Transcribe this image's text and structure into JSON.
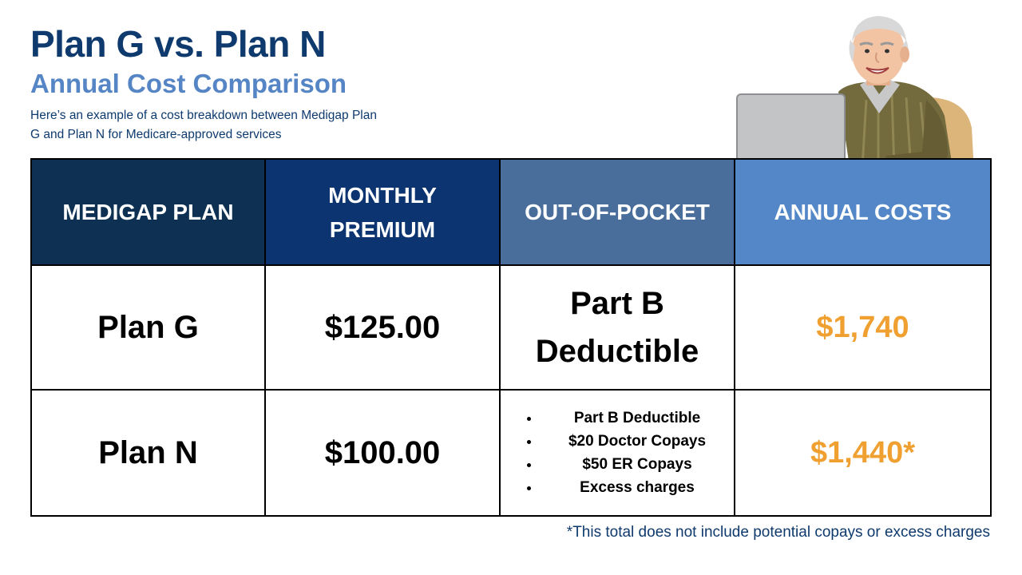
{
  "header": {
    "title": "Plan G vs. Plan N",
    "subtitle": "Annual Cost Comparison",
    "description": "Here’s an example of a cost breakdown between Medigap Plan G and Plan N for Medicare-approved services"
  },
  "table": {
    "headers": [
      "MEDIGAP PLAN",
      "MONTHLY PREMIUM",
      "OUT-OF-POCKET",
      "ANNUAL COSTS"
    ],
    "rows": [
      {
        "plan": "Plan G",
        "premium": "$125.00",
        "out_of_pocket": "Part B Deductible",
        "annual": "$1,740"
      },
      {
        "plan": "Plan N",
        "premium": "$100.00",
        "out_of_pocket_items": [
          "Part B Deductible",
          "$20 Doctor Copays",
          "$50 ER Copays",
          "Excess charges"
        ],
        "annual": "$1,440*"
      }
    ]
  },
  "footnote": "*This total does not include potential copays or excess charges",
  "colors": {
    "title": "#0e3a6e",
    "subtitle": "#5585c5",
    "header_1": "#0e3153",
    "header_2": "#0b3470",
    "header_3": "#4a6e9b",
    "header_4": "#5487c8",
    "annual_cost": "#f0a030"
  },
  "illustration": "elderly-man-at-laptop"
}
